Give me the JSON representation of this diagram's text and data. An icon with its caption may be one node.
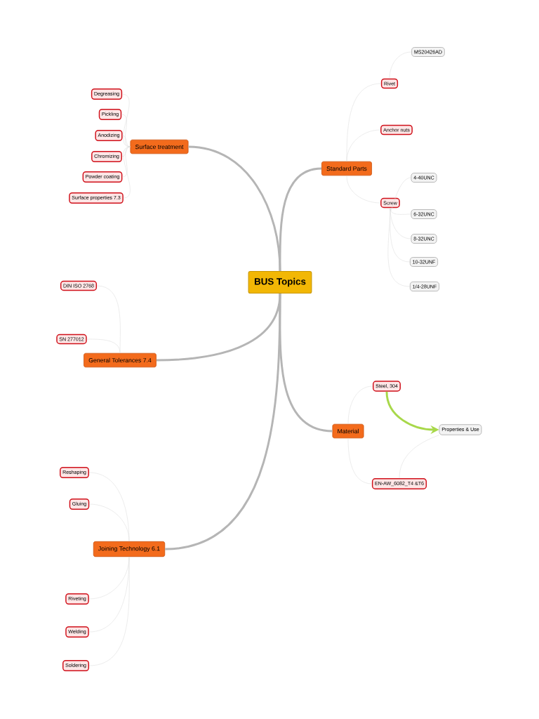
{
  "diagram": {
    "nodes": [
      {
        "text": [
          "BUS Topics"
        ]
      },
      {
        "text": [
          "Surface treatment"
        ]
      },
      {
        "text": [
          "Degreasing"
        ]
      },
      {
        "text": [
          "Pickling"
        ]
      },
      {
        "text": [
          "Anodizing"
        ]
      },
      {
        "text": [
          "Chromizing"
        ]
      },
      {
        "text": [
          "Powder coating"
        ]
      },
      {
        "text": [
          "Surface properties 7.3"
        ]
      },
      {
        "text": [
          "Standard Parts"
        ]
      },
      {
        "text": [
          "Rivet"
        ]
      },
      {
        "text": [
          "MS20426AD"
        ]
      },
      {
        "text": [
          "Anchor nuts"
        ]
      },
      {
        "text": [
          "Screw"
        ]
      },
      {
        "text": [
          "4-40UNC"
        ]
      },
      {
        "text": [
          "6-32UNC"
        ]
      },
      {
        "text": [
          "8-32UNC"
        ]
      },
      {
        "text": [
          "10-32UNF"
        ]
      },
      {
        "text": [
          "1/4-28UNF"
        ]
      },
      {
        "text": [
          "General Tolerances 7.4"
        ]
      },
      {
        "text": [
          "DIN ISO 2768"
        ]
      },
      {
        "text": [
          "SN 277012"
        ]
      },
      {
        "text": [
          "Material"
        ]
      },
      {
        "text": [
          "Steel, 304"
        ]
      },
      {
        "text": [
          "Properties & Use"
        ]
      },
      {
        "text": [
          "EN-AW_6082_T4 &T6"
        ]
      },
      {
        "text": [
          "Joining Technology 6.1"
        ]
      },
      {
        "text": [
          "Reshaping"
        ]
      },
      {
        "text": [
          "Gluing"
        ]
      },
      {
        "text": [
          "Riveting"
        ]
      },
      {
        "text": [
          "Welding"
        ]
      },
      {
        "text": [
          "Soldering"
        ]
      }
    ],
    "edges": [
      {
        "from": 0,
        "to": 1,
        "arrow": "none",
        "style": "thick",
        "color": "#b5b5b5"
      },
      {
        "from": 1,
        "to": 2,
        "arrow": "none"
      },
      {
        "from": 1,
        "to": 3,
        "arrow": "none"
      },
      {
        "from": 1,
        "to": 4,
        "arrow": "none"
      },
      {
        "from": 1,
        "to": 5,
        "arrow": "none"
      },
      {
        "from": 1,
        "to": 6,
        "arrow": "none"
      },
      {
        "from": 1,
        "to": 7,
        "arrow": "none"
      },
      {
        "from": 0,
        "to": 8,
        "arrow": "none",
        "style": "thick",
        "color": "#b5b5b5"
      },
      {
        "from": 8,
        "to": 9,
        "arrow": "none"
      },
      {
        "from": 9,
        "to": 10,
        "arrow": "none"
      },
      {
        "from": 8,
        "to": 11,
        "arrow": "none"
      },
      {
        "from": 8,
        "to": 12,
        "arrow": "none"
      },
      {
        "from": 12,
        "to": 13,
        "arrow": "none"
      },
      {
        "from": 12,
        "to": 14,
        "arrow": "none"
      },
      {
        "from": 12,
        "to": 15,
        "arrow": "none"
      },
      {
        "from": 12,
        "to": 16,
        "arrow": "none"
      },
      {
        "from": 12,
        "to": 17,
        "arrow": "none"
      },
      {
        "from": 0,
        "to": 18,
        "arrow": "none",
        "style": "thick",
        "color": "#b5b5b5"
      },
      {
        "from": 18,
        "to": 19,
        "arrow": "none"
      },
      {
        "from": 18,
        "to": 20,
        "arrow": "none"
      },
      {
        "from": 0,
        "to": 21,
        "arrow": "none",
        "style": "thick",
        "color": "#b5b5b5"
      },
      {
        "from": 21,
        "to": 22,
        "arrow": "none"
      },
      {
        "from": 21,
        "to": 24,
        "arrow": "none"
      },
      {
        "from": 22,
        "to": 23,
        "arrow": "to",
        "style": "thick",
        "color": "#a8d84a"
      },
      {
        "from": 24,
        "to": 23,
        "arrow": "none"
      },
      {
        "from": 0,
        "to": 25,
        "arrow": "none",
        "style": "thick",
        "color": "#b5b5b5"
      },
      {
        "from": 25,
        "to": 26,
        "arrow": "none"
      },
      {
        "from": 25,
        "to": 27,
        "arrow": "none"
      },
      {
        "from": 25,
        "to": 28,
        "arrow": "none"
      },
      {
        "from": 25,
        "to": 29,
        "arrow": "none"
      },
      {
        "from": 25,
        "to": 30,
        "arrow": "none"
      }
    ]
  }
}
